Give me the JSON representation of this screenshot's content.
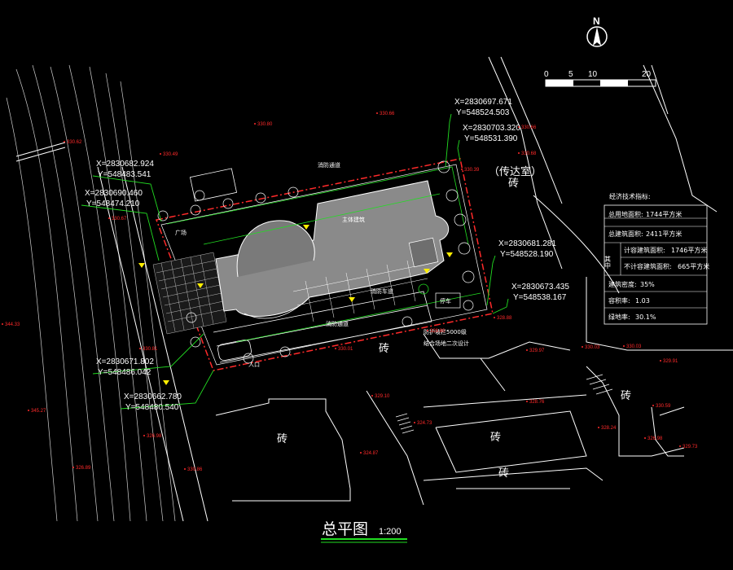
{
  "north": "N",
  "scale_bar": {
    "ticks": [
      "0",
      "5",
      "10",
      "20"
    ]
  },
  "title": {
    "text": "总平图",
    "scale": "1:200"
  },
  "coordinates": [
    {
      "x": "X=2830697.671",
      "y": "Y=548524.503"
    },
    {
      "x": "X=2830703.320",
      "y": "Y=548531.390"
    },
    {
      "x": "X=2830682.924",
      "y": "Y=548483.541"
    },
    {
      "x": "X=2830690.460",
      "y": "Y=548474.210"
    },
    {
      "x": "X=2830681.281",
      "y": "Y=548528.190"
    },
    {
      "x": "X=2830673.435",
      "y": "Y=548538.167"
    },
    {
      "x": "X=2830671.802",
      "y": "Y=548486.042"
    },
    {
      "x": "X=2830662.780",
      "y": "Y=548480.540"
    }
  ],
  "elevations": [
    "330.80",
    "330.66",
    "330.49",
    "330.62",
    "330.67",
    "344.33",
    "330.81",
    "345.27",
    "330.68",
    "330.39",
    "328.88",
    "329.80",
    "330.01",
    "329.97",
    "330.03",
    "330.03",
    "329.91",
    "328.76",
    "324.73",
    "329.10",
    "324.87",
    "330.66",
    "326.98",
    "326.89",
    "328.24",
    "329.73",
    "330.86",
    "330.59",
    "326.98"
  ],
  "labels": {
    "brick": "砖",
    "guard_room": "（传达室）",
    "main_building": "主体建筑",
    "road": "消防通道",
    "plaza": "广场",
    "note_1": "防护坡栏5000级",
    "note_2": "结合场地二次设计",
    "entrance": "人口",
    "fire": "消防车道",
    "parking": "停车"
  },
  "table": {
    "title": "经济技术指标:",
    "rows": [
      {
        "label": "总用地面积:",
        "value": "1744平方米"
      },
      {
        "label": "总建筑面积:",
        "value": "2411平方米"
      },
      {
        "label": "其中",
        "sub": [
          {
            "label": "计容建筑面积:",
            "value": "1746平方米"
          },
          {
            "label": "不计容建筑面积:",
            "value": "665平方米"
          }
        ]
      },
      {
        "label": "建筑密度:",
        "value": "35%"
      },
      {
        "label": "容积率:",
        "value": "1.03"
      },
      {
        "label": "绿地率:",
        "value": "30.1%"
      }
    ]
  },
  "colors": {
    "background": "#000000",
    "line": "#ffffff",
    "leader": "#22dd22",
    "elevation": "#ff2a2a",
    "boundary": "#ff2a2a",
    "building_fill": "#8a8a8a",
    "marker": "#ffee00"
  }
}
